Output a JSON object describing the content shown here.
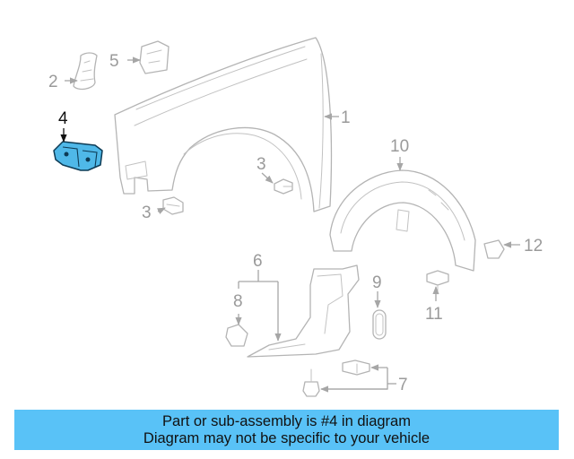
{
  "callouts": {
    "c1": "1",
    "c2": "2",
    "c3a": "3",
    "c3b": "3",
    "c4": "4",
    "c5": "5",
    "c6": "6",
    "c7": "7",
    "c8": "8",
    "c9": "9",
    "c10": "10",
    "c11": "11",
    "c12": "12"
  },
  "highlighted_part": "4",
  "colors": {
    "highlight_fill": "#4fb8e8",
    "banner_background": "#59c2f7",
    "line_art": "#b4b4b4"
  },
  "banner": {
    "line1": "Part or sub-assembly is #4 in diagram",
    "line2": "Diagram may not be specific to your vehicle"
  }
}
